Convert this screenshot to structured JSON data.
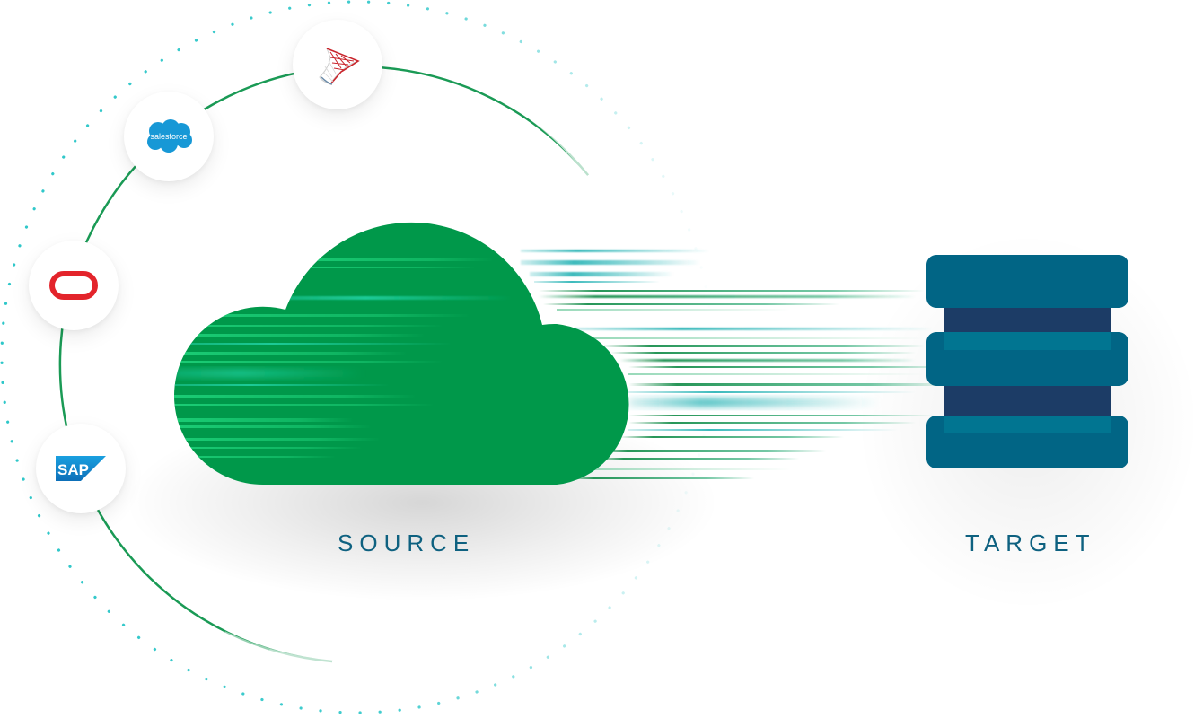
{
  "diagram": {
    "source": {
      "label": "SOURCE",
      "shape": "cloud-icon",
      "color": "#00984a",
      "connectors": [
        {
          "name": "microsoft-sql-server",
          "icon": "sql-server-icon"
        },
        {
          "name": "salesforce",
          "icon": "salesforce-icon",
          "text": "salesforce"
        },
        {
          "name": "oracle",
          "icon": "oracle-icon"
        },
        {
          "name": "sap",
          "icon": "sap-icon",
          "text": "SAP"
        }
      ]
    },
    "target": {
      "label": "TARGET",
      "shape": "database-icon",
      "colors": {
        "slab": "#016585",
        "core": "#1c3c66",
        "highlight": "#017591"
      }
    },
    "flow": {
      "direction": "source-to-target",
      "colors": [
        "#1aa37a",
        "#27b3b5",
        "#0f8a45"
      ]
    },
    "orbit": {
      "solid_color": "#1a9a55",
      "dot_color": "#2ec7c9"
    }
  }
}
